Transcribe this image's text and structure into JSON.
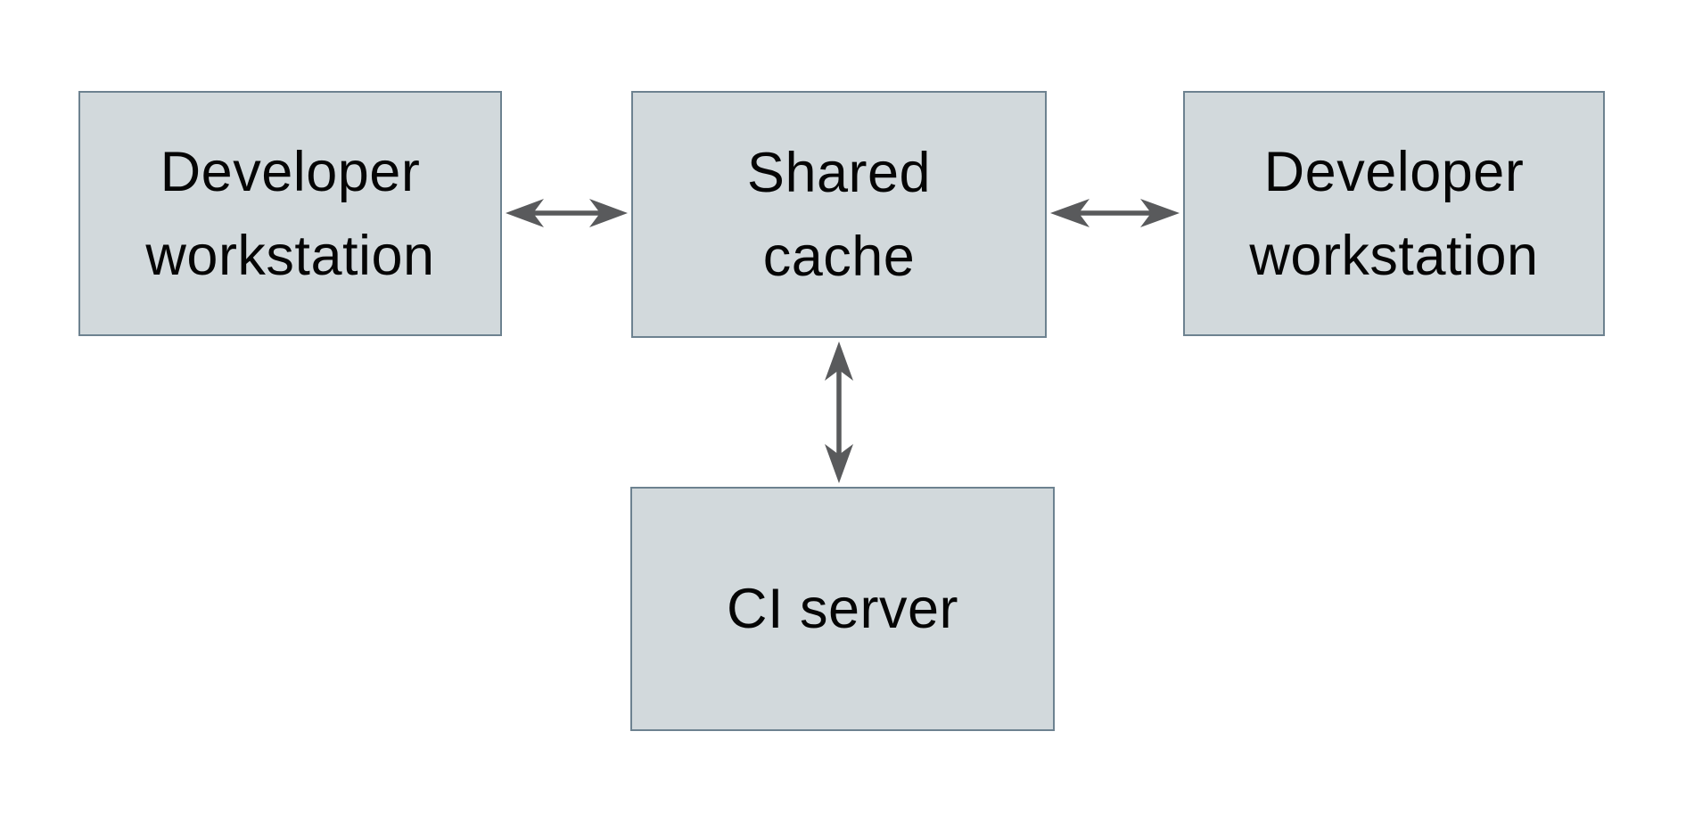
{
  "colors": {
    "background": "#ffffff",
    "node_fill": "#d2d9dc",
    "node_border": "#6d8290",
    "arrow": "#595a5c",
    "text": "#050505"
  },
  "nodes": {
    "dev_left": {
      "line1": "Developer",
      "line2": "workstation"
    },
    "shared_cache": {
      "line1": "Shared",
      "line2": "cache"
    },
    "dev_right": {
      "line1": "Developer",
      "line2": "workstation"
    },
    "ci_server": {
      "line1": "CI server"
    }
  },
  "edges": [
    {
      "from": "Developer workstation (left)",
      "to": "Shared cache",
      "direction": "bidirectional"
    },
    {
      "from": "Shared cache",
      "to": "Developer workstation (right)",
      "direction": "bidirectional"
    },
    {
      "from": "Shared cache",
      "to": "CI server",
      "direction": "bidirectional"
    }
  ]
}
